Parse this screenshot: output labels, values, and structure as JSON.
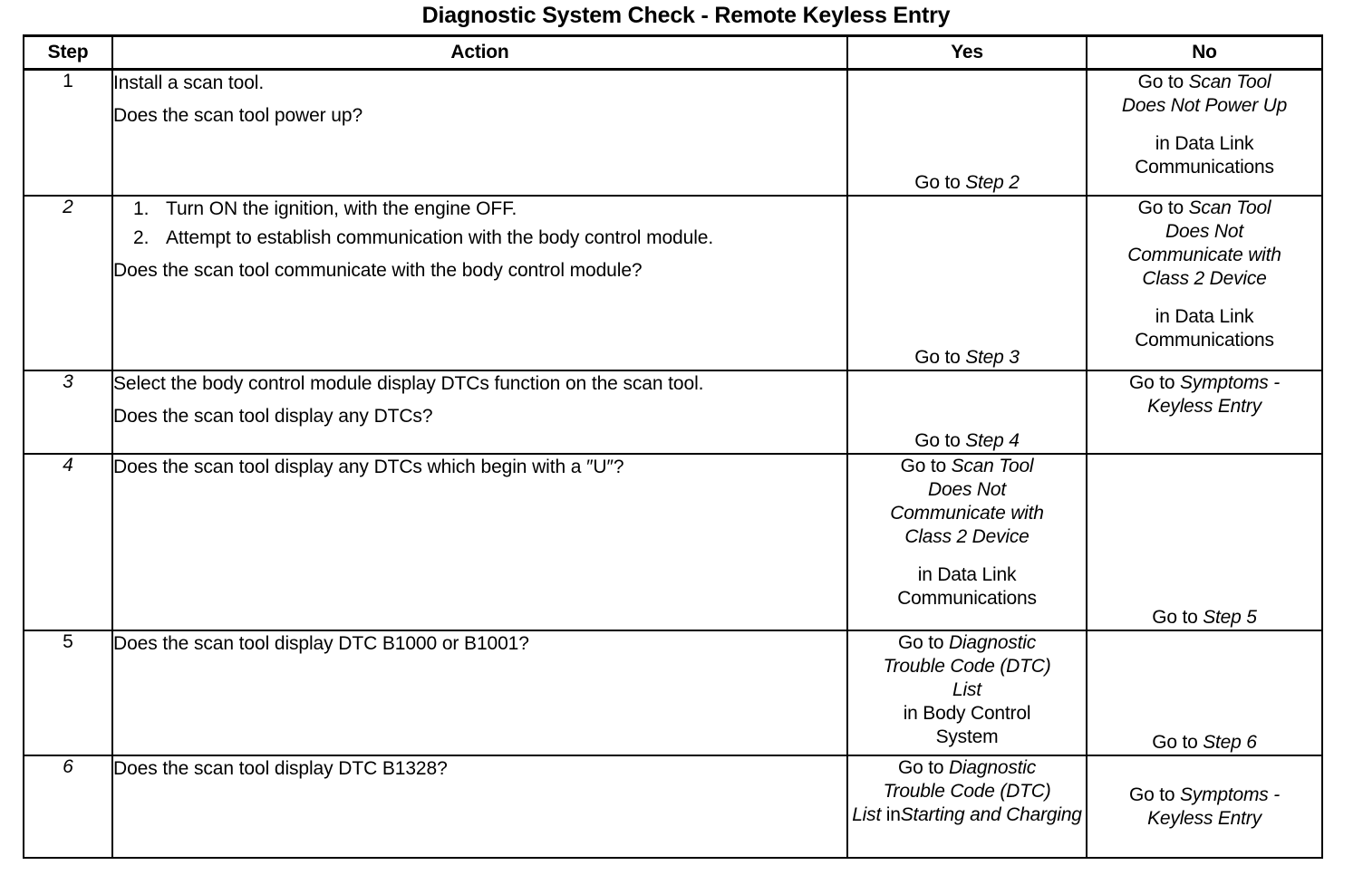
{
  "title": "Diagnostic System Check - Remote Keyless Entry",
  "table": {
    "headers": {
      "step": "Step",
      "action": "Action",
      "yes": "Yes",
      "no": "No"
    },
    "rows": [
      {
        "step": "1",
        "action": {
          "lines": [
            "Install a scan tool.",
            "Does the scan tool power up?"
          ]
        },
        "yes": {
          "parts": [
            {
              "text": "Go to ",
              "italic": false
            },
            {
              "text": "Step 2",
              "italic": true
            }
          ],
          "align": "bottom"
        },
        "no": {
          "lines": [
            {
              "text": "Go to ",
              "italic": false,
              "inline": true
            },
            {
              "text": "Scan Tool",
              "italic": true,
              "inline": false
            },
            {
              "text": "Does Not Power Up",
              "italic": true,
              "inline": false
            },
            {
              "text": "in Data Link",
              "italic": false,
              "inline": false,
              "gap": true
            },
            {
              "text": "Communications",
              "italic": false,
              "inline": false
            }
          ],
          "align": "top"
        }
      },
      {
        "step": "2",
        "action": {
          "numbered": [
            {
              "num": "1.",
              "text": "Turn ON the ignition, with the engine OFF."
            },
            {
              "num": "2.",
              "text": "Attempt to establish communication with the body control module."
            }
          ],
          "lines": [
            "Does the scan tool communicate with the body control module?"
          ]
        },
        "yes": {
          "parts": [
            {
              "text": "Go to ",
              "italic": false
            },
            {
              "text": "Step 3",
              "italic": true
            }
          ],
          "align": "bottom"
        },
        "no": {
          "lines": [
            {
              "text": "Go to ",
              "italic": false,
              "inline": true
            },
            {
              "text": "Scan Tool",
              "italic": true,
              "inline": false
            },
            {
              "text": "Does Not",
              "italic": true,
              "inline": false
            },
            {
              "text": "Communicate with",
              "italic": true,
              "inline": false
            },
            {
              "text": "Class 2 Device",
              "italic": true,
              "inline": false
            },
            {
              "text": "in Data Link",
              "italic": false,
              "inline": false,
              "gap": true
            },
            {
              "text": "Communications",
              "italic": false,
              "inline": false
            }
          ],
          "align": "top"
        }
      },
      {
        "step": "3",
        "action": {
          "lines": [
            "Select the body control module display DTCs function on the scan tool.",
            "Does the scan tool display any DTCs?"
          ]
        },
        "yes": {
          "parts": [
            {
              "text": "Go to ",
              "italic": false
            },
            {
              "text": "Step 4",
              "italic": true
            }
          ],
          "align": "bottom"
        },
        "no": {
          "lines": [
            {
              "text": "Go to ",
              "italic": false,
              "inline": true
            },
            {
              "text": "Symptoms -",
              "italic": true,
              "inline": false
            },
            {
              "text": "Keyless Entry",
              "italic": true,
              "inline": false
            }
          ],
          "align": "top"
        }
      },
      {
        "step": "4",
        "action": {
          "lines": [
            "Does the scan tool display any DTCs which begin with a ″U″?"
          ]
        },
        "yes": {
          "lines": [
            {
              "text": "Go to ",
              "italic": false,
              "inline": true
            },
            {
              "text": "Scan Tool",
              "italic": true,
              "inline": false
            },
            {
              "text": "Does Not",
              "italic": true,
              "inline": false
            },
            {
              "text": "Communicate with",
              "italic": true,
              "inline": false
            },
            {
              "text": "Class 2 Device",
              "italic": true,
              "inline": false
            },
            {
              "text": "in Data Link",
              "italic": false,
              "inline": false,
              "gap": true
            },
            {
              "text": "Communications",
              "italic": false,
              "inline": false
            }
          ],
          "align": "top"
        },
        "no": {
          "parts": [
            {
              "text": "Go to ",
              "italic": false
            },
            {
              "text": "Step 5",
              "italic": true
            }
          ],
          "align": "bottom"
        }
      },
      {
        "step": "5",
        "action": {
          "lines": [
            "Does the scan tool display DTC B1000 or B1001?"
          ]
        },
        "yes": {
          "lines": [
            {
              "text": "Go to ",
              "italic": false,
              "inline": true
            },
            {
              "text": "Diagnostic",
              "italic": true,
              "inline": false
            },
            {
              "text": "Trouble Code (DTC)",
              "italic": true,
              "inline": false
            },
            {
              "text": "List",
              "italic": true,
              "inline": false
            },
            {
              "text": "in Body Control",
              "italic": false,
              "inline": false
            },
            {
              "text": "System",
              "italic": false,
              "inline": false
            }
          ],
          "align": "top"
        },
        "no": {
          "parts": [
            {
              "text": "Go to ",
              "italic": false
            },
            {
              "text": "Step 6",
              "italic": true
            }
          ],
          "align": "bottom"
        }
      },
      {
        "step": "6",
        "action": {
          "lines": [
            "Does the scan tool display DTC B1328?"
          ]
        },
        "yes": {
          "lines": [
            {
              "text": "Go to ",
              "italic": false,
              "inline": true
            },
            {
              "text": "Diagnostic",
              "italic": true,
              "inline": false
            },
            {
              "text": "Trouble Code (DTC)",
              "italic": true,
              "inline": false
            },
            {
              "text": "List",
              "italic": true,
              "inline": true,
              "suffix": " in"
            },
            {
              "text": "Starting and Charging",
              "italic": true,
              "inline": false
            }
          ],
          "align": "top"
        },
        "no": {
          "lines": [
            {
              "text": "Go to ",
              "italic": false,
              "inline": true
            },
            {
              "text": "Symptoms -",
              "italic": true,
              "inline": false
            },
            {
              "text": "Keyless Entry",
              "italic": true,
              "inline": false
            }
          ],
          "align": "middle"
        }
      }
    ]
  }
}
